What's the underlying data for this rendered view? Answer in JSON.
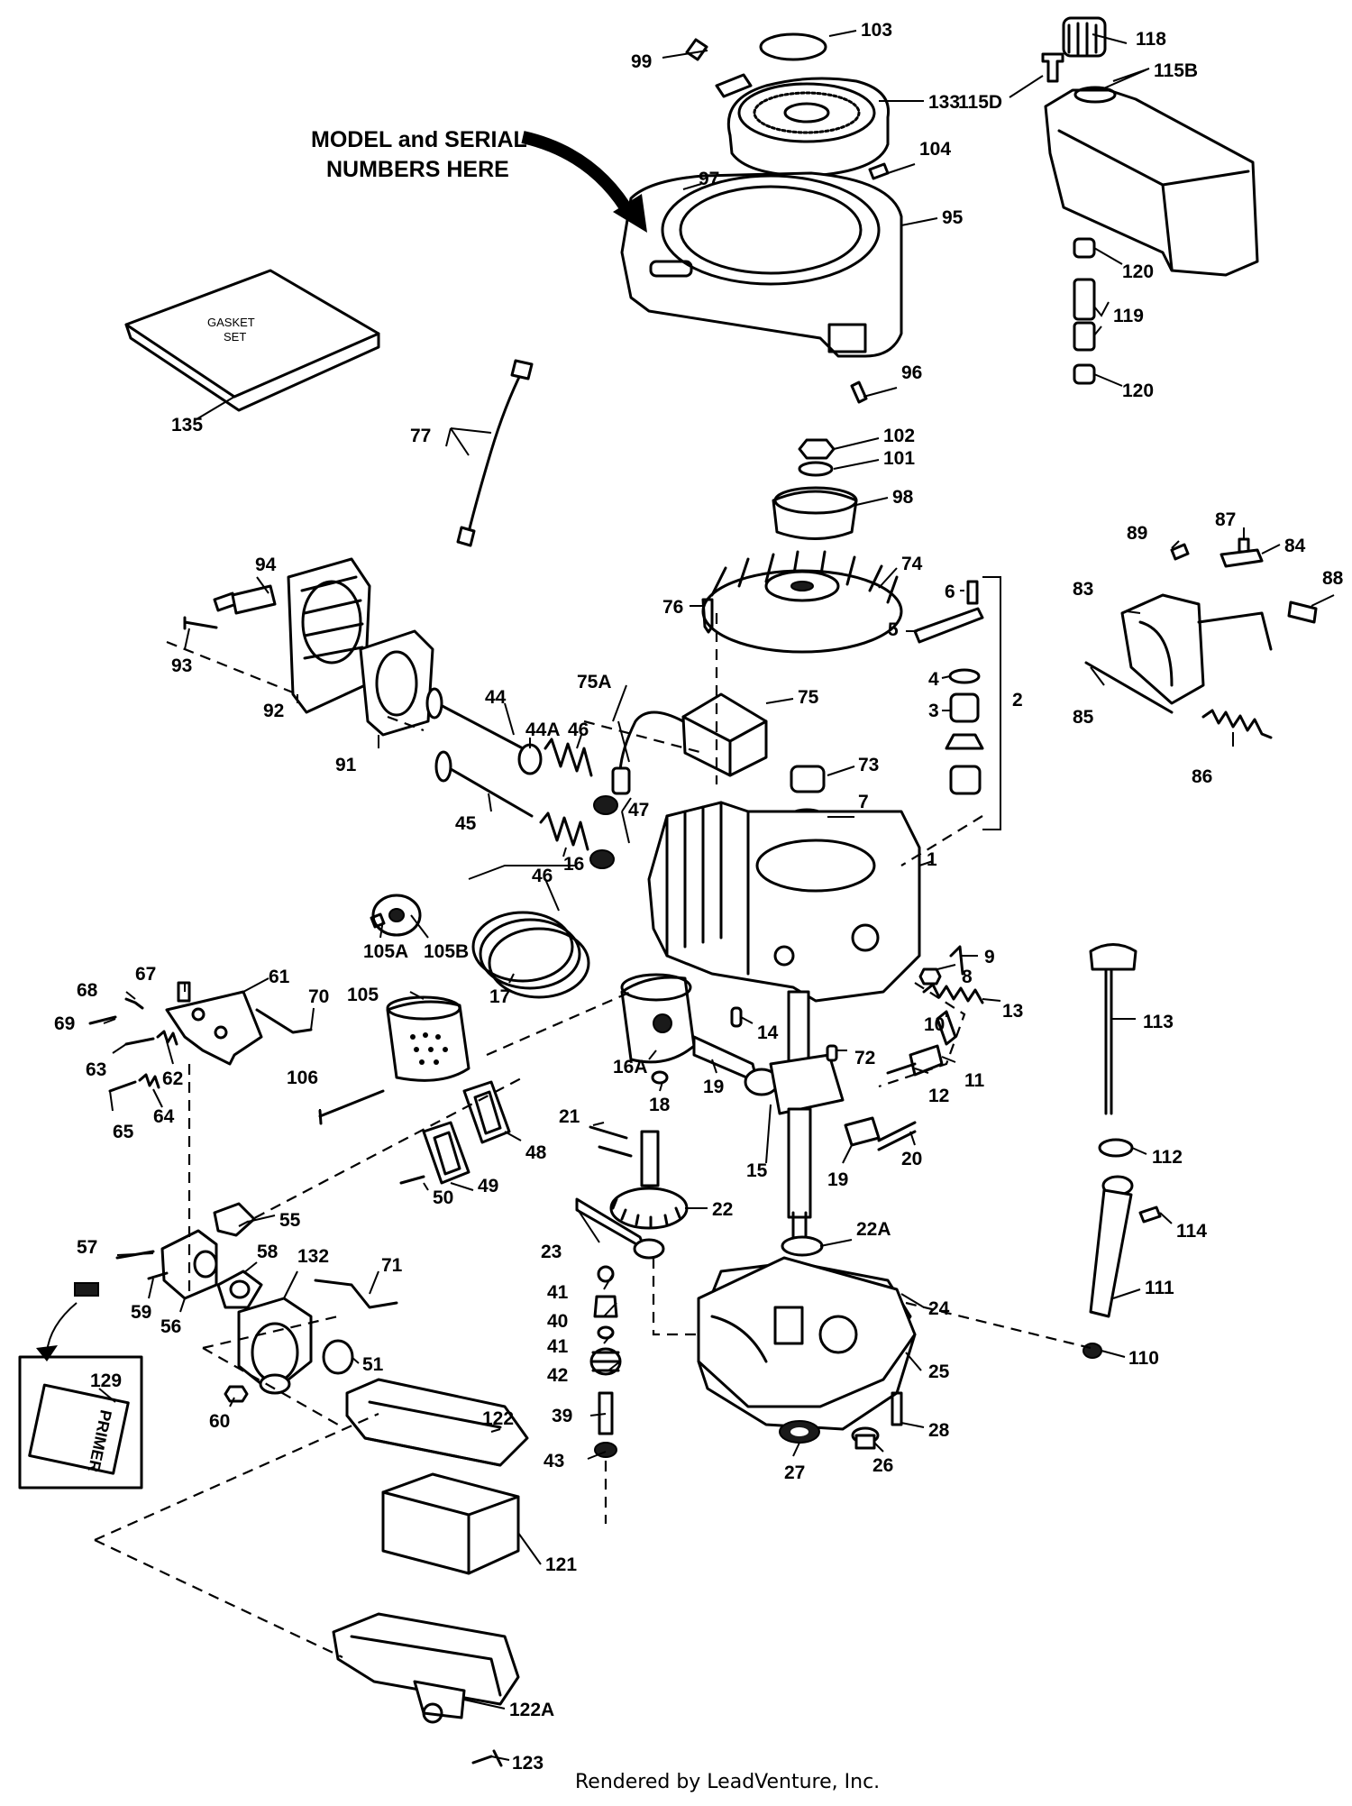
{
  "annotation": {
    "line1": "MODEL and SERIAL",
    "line2": "NUMBERS HERE"
  },
  "gasket_label": {
    "line1": "GASKET",
    "line2": "SET"
  },
  "primer_label": "PRIMER",
  "footer": "Rendered by LeadVenture, Inc.",
  "labels": [
    "103",
    "99",
    "133",
    "104",
    "118",
    "115B",
    "115D",
    "97",
    "95",
    "96",
    "120",
    "119",
    "120b",
    "135",
    "77",
    "102",
    "101",
    "98",
    "74",
    "76",
    "6",
    "5",
    "2",
    "4",
    "3",
    "73",
    "7",
    "1",
    "75",
    "75A",
    "94",
    "93",
    "92",
    "91",
    "44",
    "44A",
    "46",
    "47",
    "45",
    "46b",
    "89",
    "87",
    "84",
    "88",
    "83",
    "85",
    "86",
    "16",
    "105A",
    "105B",
    "17",
    "67",
    "61",
    "68",
    "69",
    "70",
    "105",
    "63",
    "62",
    "65",
    "64",
    "106",
    "9",
    "8",
    "13",
    "10",
    "14",
    "72",
    "11",
    "12",
    "16A",
    "18",
    "19",
    "113",
    "21",
    "22",
    "15",
    "19b",
    "20",
    "50",
    "49",
    "48",
    "55",
    "23",
    "22A",
    "112",
    "114",
    "57",
    "58",
    "132",
    "71",
    "41",
    "40",
    "41b",
    "42",
    "24",
    "111",
    "110",
    "25",
    "59",
    "56",
    "51",
    "129",
    "60",
    "122",
    "39",
    "43",
    "27",
    "26",
    "28",
    "121",
    "122A",
    "123"
  ],
  "label_text": {
    "103": "103",
    "99": "99",
    "133": "133",
    "104": "104",
    "118": "118",
    "115B": "115B",
    "115D": "115D",
    "97": "97",
    "95": "95",
    "96": "96",
    "120": "120",
    "119": "119",
    "120b": "120",
    "135": "135",
    "77": "77",
    "102": "102",
    "101": "101",
    "98": "98",
    "74": "74",
    "76": "76",
    "6": "6",
    "5": "5",
    "2": "2",
    "4": "4",
    "3": "3",
    "73": "73",
    "7": "7",
    "1": "1",
    "75": "75",
    "75A": "75A",
    "94": "94",
    "93": "93",
    "92": "92",
    "91": "91",
    "44": "44",
    "44A": "44A",
    "46": "46",
    "47": "47",
    "45": "45",
    "46b": "46",
    "89": "89",
    "87": "87",
    "84": "84",
    "88": "88",
    "83": "83",
    "85": "85",
    "86": "86",
    "16": "16",
    "105A": "105A",
    "105B": "105B",
    "17": "17",
    "67": "67",
    "61": "61",
    "68": "68",
    "69": "69",
    "70": "70",
    "105": "105",
    "63": "63",
    "62": "62",
    "65": "65",
    "64": "64",
    "106": "106",
    "9": "9",
    "8": "8",
    "13": "13",
    "10": "10",
    "14": "14",
    "72": "72",
    "11": "11",
    "12": "12",
    "16A": "16A",
    "18": "18",
    "19": "19",
    "113": "113",
    "21": "21",
    "22": "22",
    "15": "15",
    "19b": "19",
    "20": "20",
    "50": "50",
    "49": "49",
    "48": "48",
    "55": "55",
    "23": "23",
    "22A": "22A",
    "112": "112",
    "114": "114",
    "57": "57",
    "58": "58",
    "132": "132",
    "71": "71",
    "41": "41",
    "40": "40",
    "41b": "41",
    "42": "42",
    "24": "24",
    "111": "111",
    "110": "110",
    "25": "25",
    "59": "59",
    "56": "56",
    "51": "51",
    "129": "129",
    "60": "60",
    "122": "122",
    "39": "39",
    "43": "43",
    "27": "27",
    "26": "26",
    "28": "28",
    "121": "121",
    "122A": "122A",
    "123": "123"
  }
}
